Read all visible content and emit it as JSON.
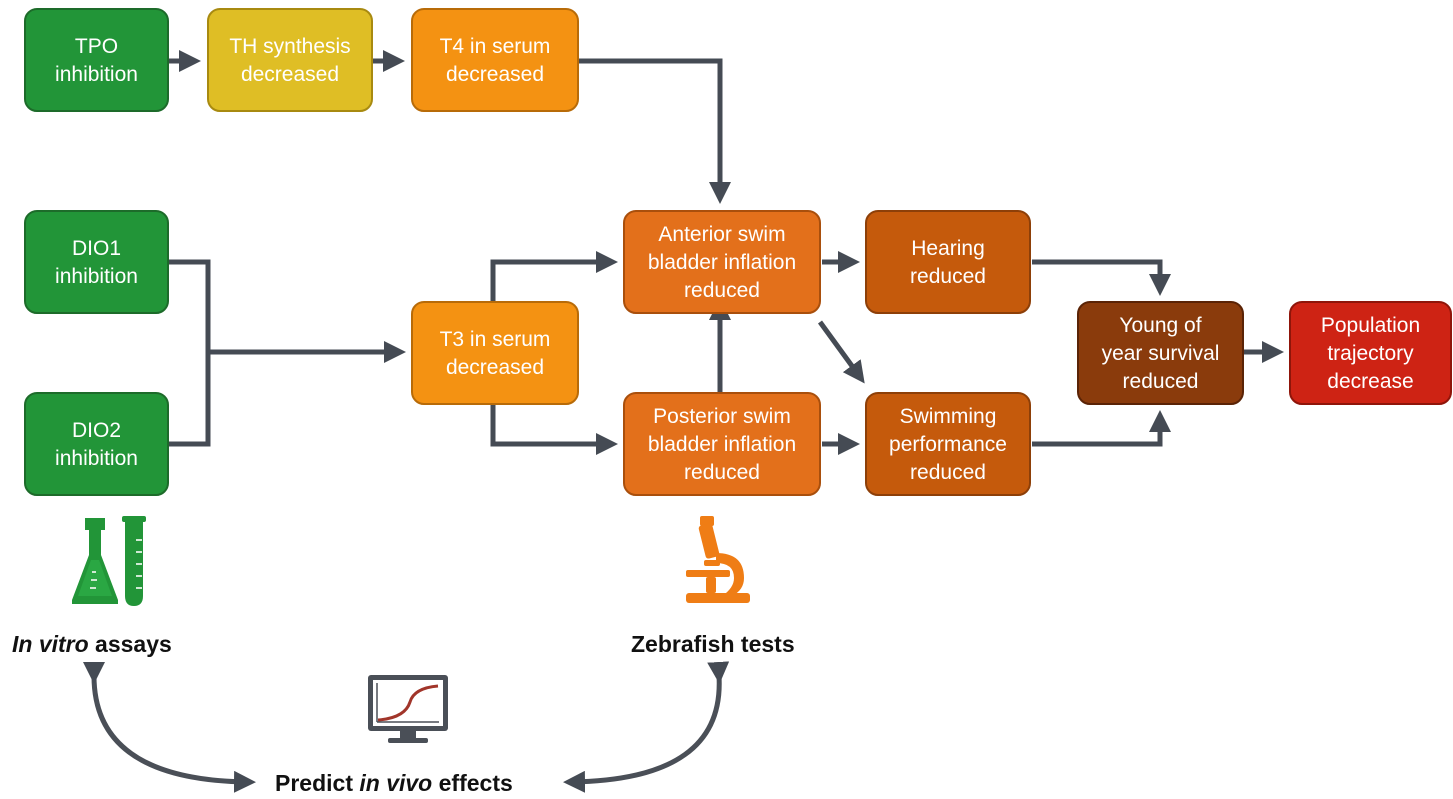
{
  "colors": {
    "green": "#229538",
    "yellow": "#dfbe25",
    "orange_light": "#f49212",
    "orange_mid": "#e3701b",
    "orange_dark": "#c55a0c",
    "brown": "#8a3b0c",
    "red": "#ce2314",
    "connector": "#454b54",
    "microscope": "#ef7d15"
  },
  "nodes": {
    "tpo": [
      "TPO",
      "inhibition"
    ],
    "th": [
      "TH synthesis",
      "decreased"
    ],
    "t4": [
      "T4 in serum",
      "decreased"
    ],
    "dio1": [
      "DIO1",
      "inhibition"
    ],
    "dio2": [
      "DIO2",
      "inhibition"
    ],
    "t3": [
      "T3 in serum",
      "decreased"
    ],
    "anterior": [
      "Anterior swim",
      "bladder inflation",
      "reduced"
    ],
    "posterior": [
      "Posterior swim",
      "bladder inflation",
      "reduced"
    ],
    "hearing": [
      "Hearing",
      "reduced"
    ],
    "swimming": [
      "Swimming",
      "performance",
      "reduced"
    ],
    "young": [
      "Young of",
      "year survival",
      "reduced"
    ],
    "population": [
      "Population",
      "trajectory",
      "decrease"
    ]
  },
  "labels": {
    "invitro_italic": "In vitro",
    "invitro_rest": " assays",
    "zebrafish": "Zebrafish tests",
    "predict_a": "Predict ",
    "predict_italic": "in vivo",
    "predict_b": " effects"
  },
  "icons": [
    "lab-flask-icon",
    "test-tube-icon",
    "microscope-icon",
    "monitor-chart-icon"
  ]
}
